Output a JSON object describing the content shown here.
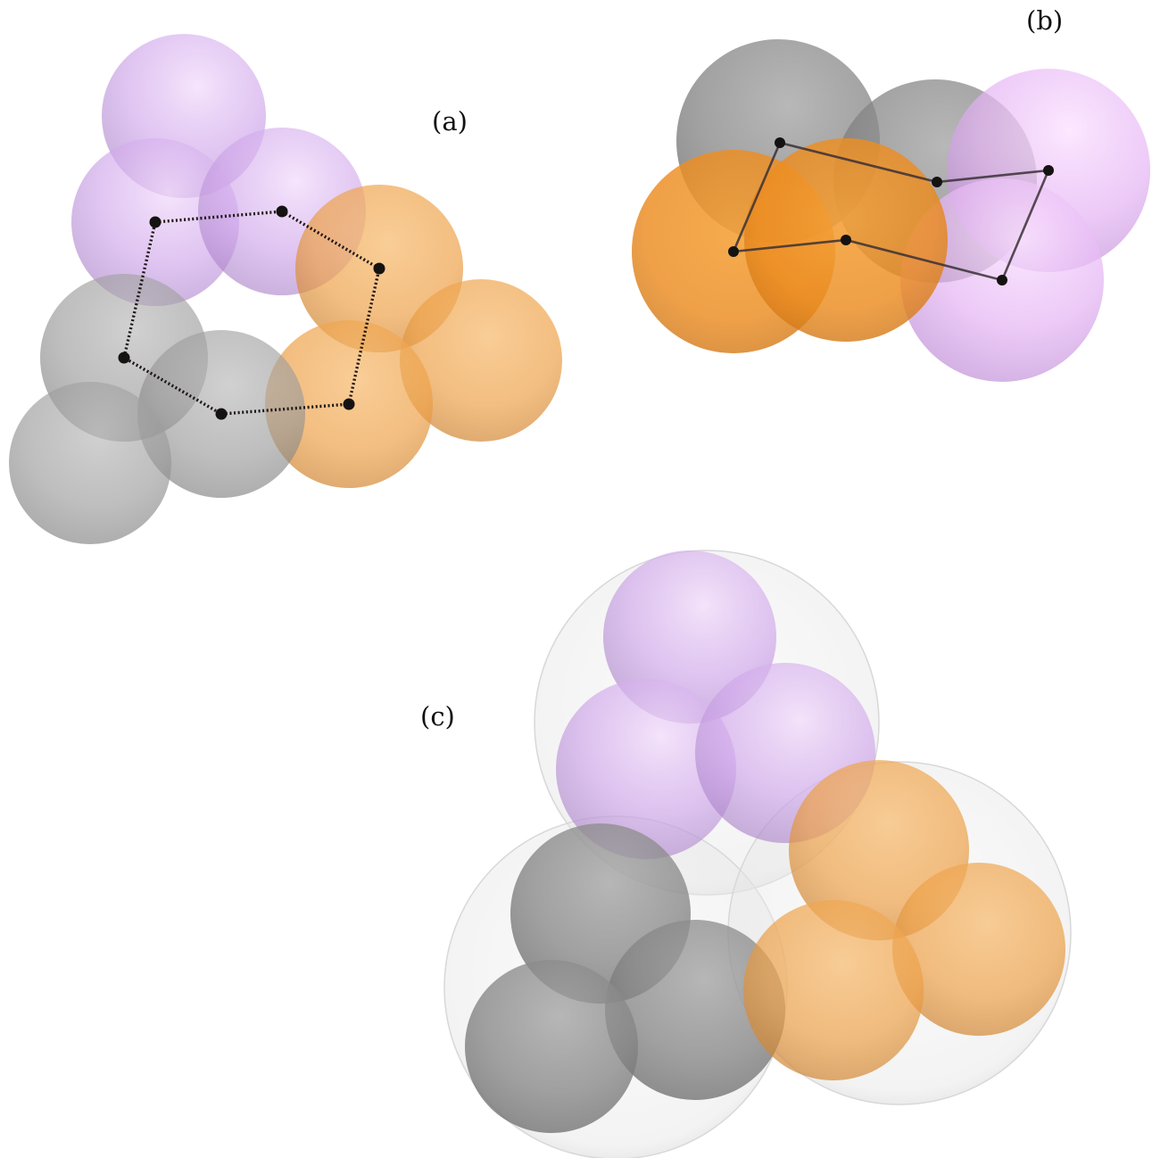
{
  "panels": [
    {
      "id": "a",
      "label": "(a)"
    },
    {
      "id": "b",
      "label": "(b)"
    },
    {
      "id": "c",
      "label": "(c)"
    }
  ],
  "colors": {
    "purple": "#c9a0e8",
    "orange": "#f0a040",
    "gray": "#8e8e8e",
    "hull": "#e6e6e6",
    "bond": "#1e1616"
  }
}
